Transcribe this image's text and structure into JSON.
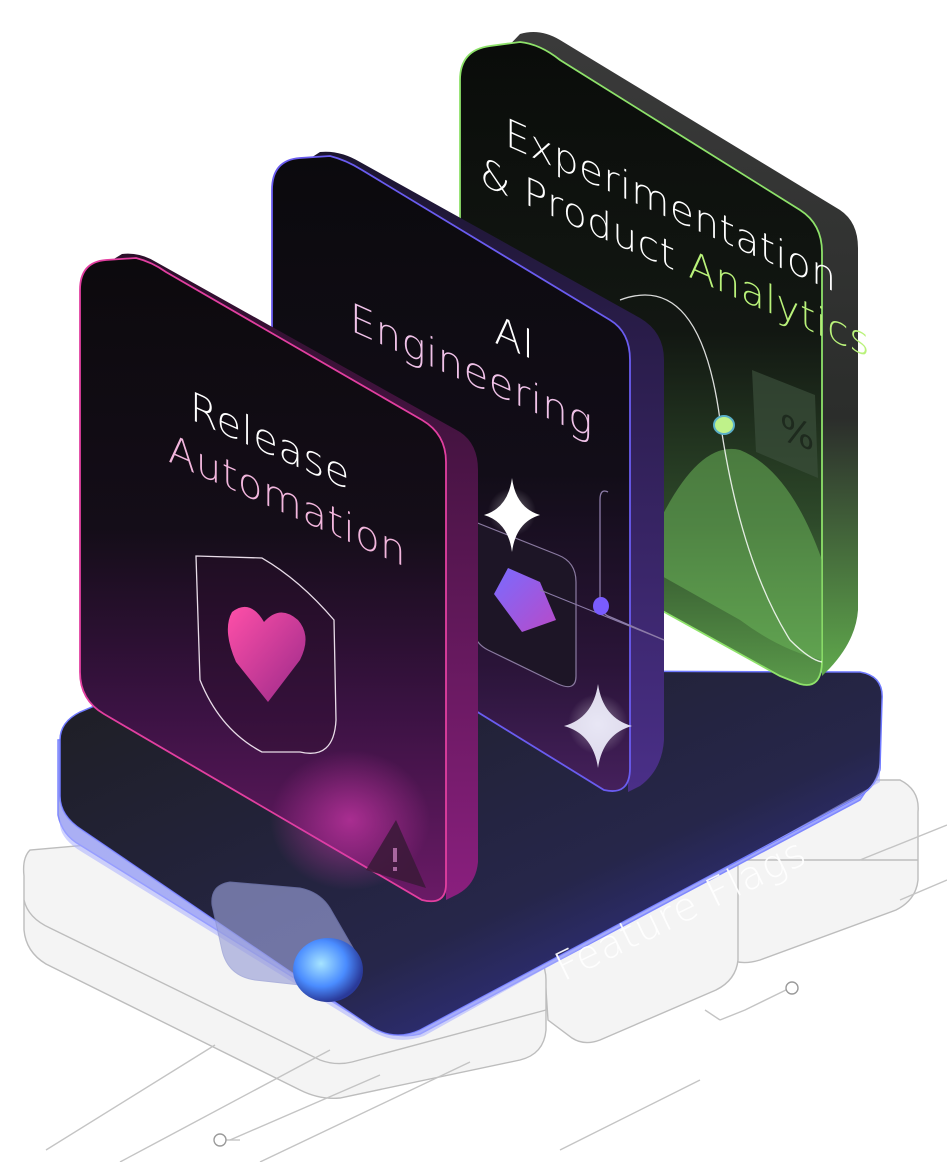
{
  "cards": {
    "release": {
      "line1": "Release",
      "line2": "Automation",
      "accent": "#e23fa0"
    },
    "ai": {
      "line1": "AI",
      "line2": "Engineering",
      "accent": "#6a5cf0"
    },
    "experimentation": {
      "line1": "Experimentation",
      "line2_prefix": "& Product ",
      "line2_accent": "Analytics",
      "accent": "#7fdc5e"
    }
  },
  "platform": {
    "label": "Feature Flags",
    "color": "#9aa4ff"
  },
  "colors": {
    "pink": "#e23fa0",
    "violet": "#6a5cf0",
    "green": "#7fdc5e",
    "card_dark": "#0d0b10",
    "base_outline": "#c9c9c9"
  },
  "icons": [
    "shield-heart-icon",
    "sparkle-icon",
    "diamond-icon",
    "percent-icon",
    "warning-icon"
  ]
}
